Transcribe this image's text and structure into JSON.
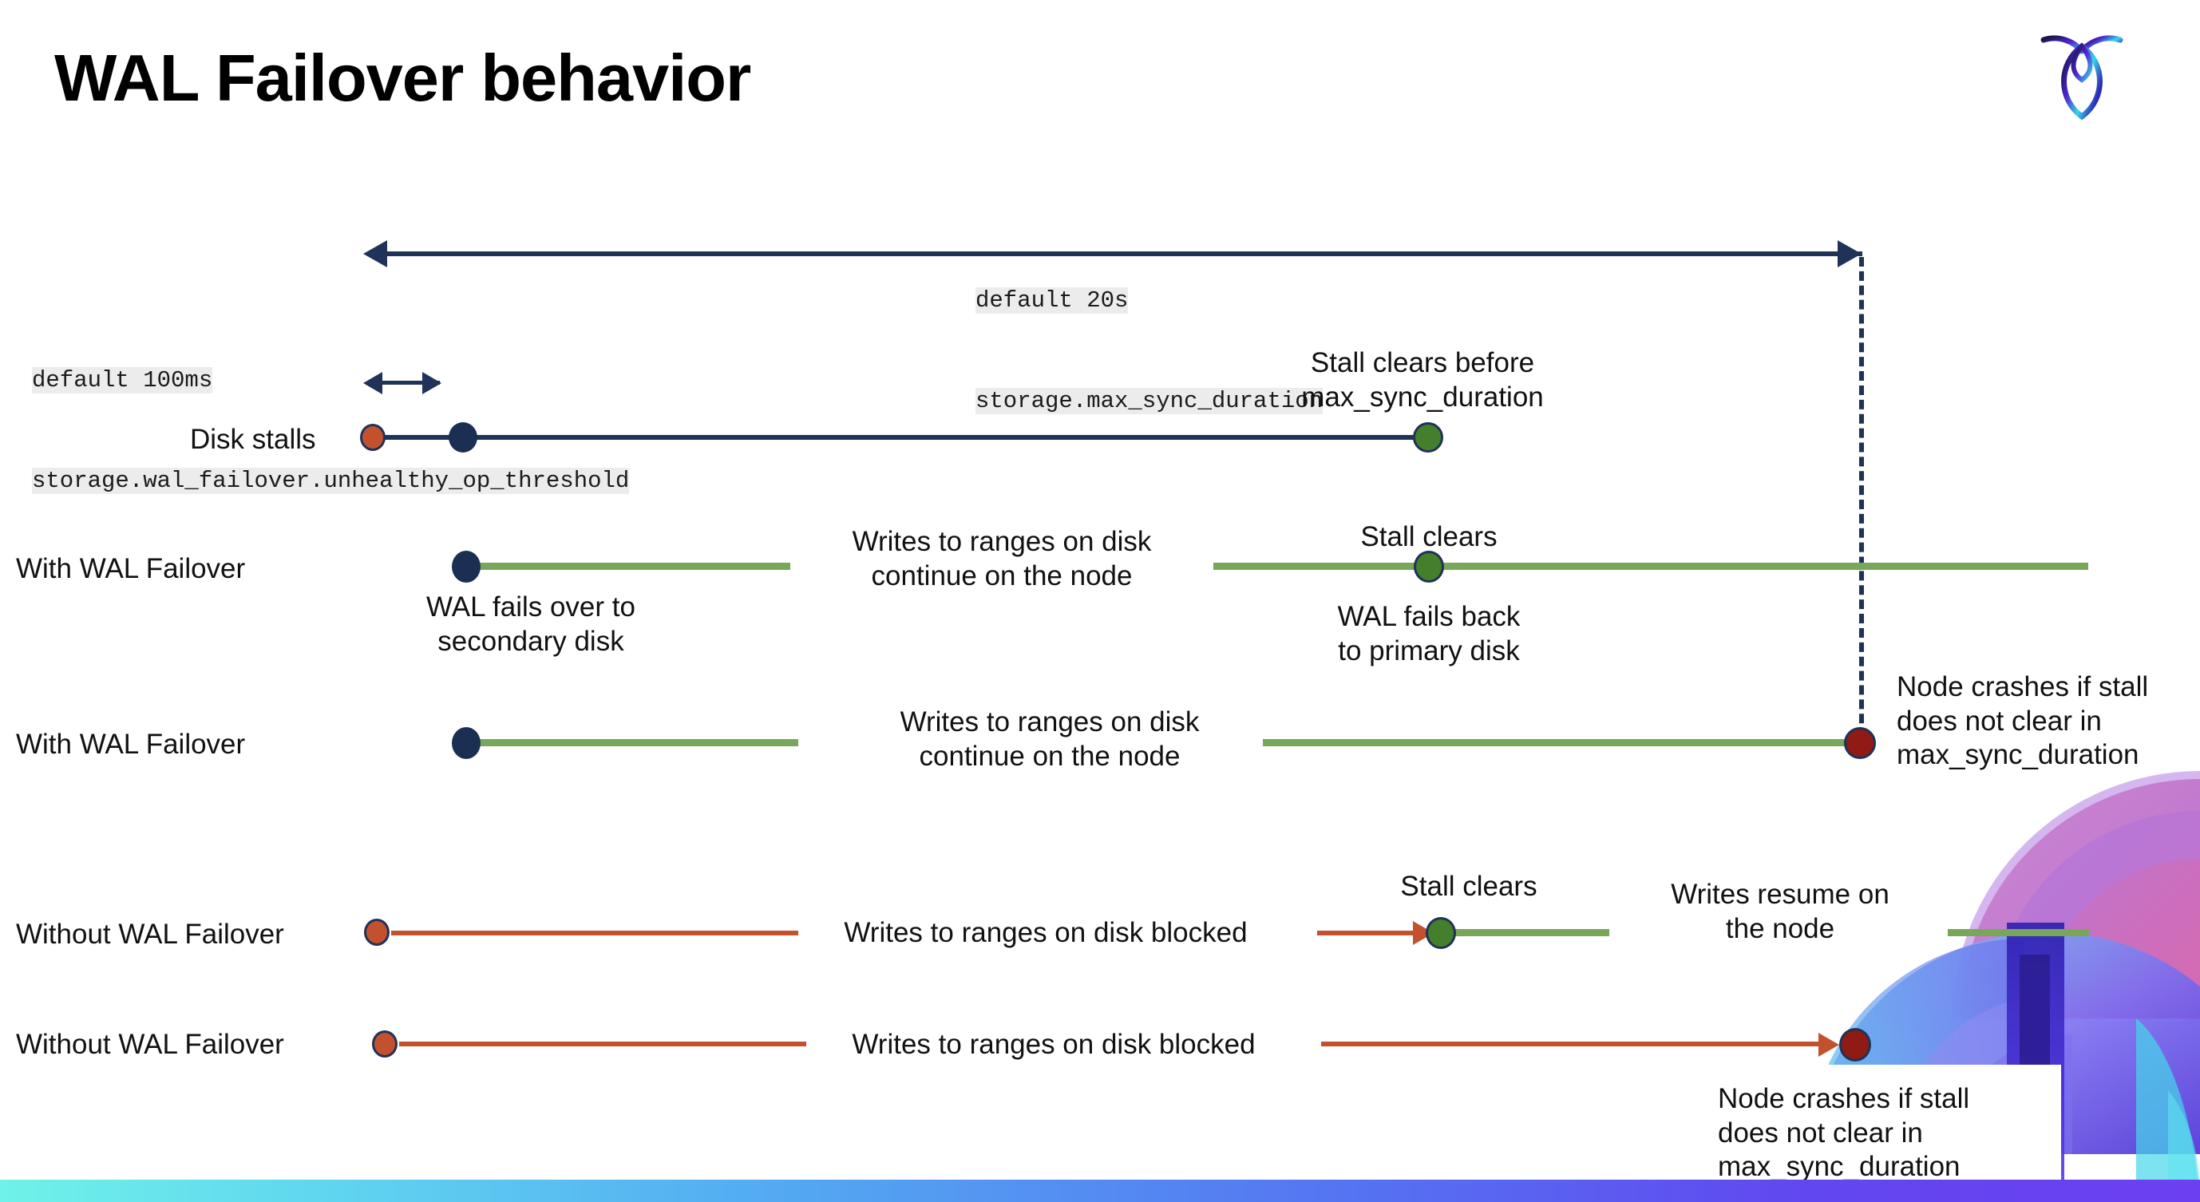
{
  "slide": {
    "title": "WAL Failover behavior",
    "logo_name": "cockroachdb-logo"
  },
  "scale_annotations": {
    "top": {
      "default_label": "default 20s",
      "setting_label": "storage.max_sync_duration"
    },
    "left": {
      "default_label": "default 100ms",
      "setting_label": "storage.wal_failover.unhealthy_op_threshold"
    }
  },
  "rows": [
    {
      "id": "disk-stalls",
      "label": "Disk stalls",
      "annotations": [
        {
          "id": "stall-clears-before",
          "text_line1": "Stall clears before",
          "text_line2": "max_sync_duration"
        }
      ],
      "markers": [
        {
          "id": "stall-start",
          "color_name": "orange"
        },
        {
          "id": "threshold-crossed",
          "color_name": "navy"
        },
        {
          "id": "stall-cleared",
          "color_name": "green"
        }
      ],
      "line_color": "#1f3257"
    },
    {
      "id": "with-wal-failover-clears",
      "label": "With WAL Failover",
      "annotations": [
        {
          "id": "writes-continue",
          "text_line1": "Writes to ranges on disk",
          "text_line2": "continue on the node"
        },
        {
          "id": "stall-clears",
          "text_line1": "Stall clears",
          "text_line2": ""
        },
        {
          "id": "wal-fails-over",
          "text_line1": "WAL fails over to",
          "text_line2": "secondary disk"
        },
        {
          "id": "wal-fails-back",
          "text_line1": "WAL fails  back",
          "text_line2": "to primary disk"
        }
      ],
      "markers": [
        {
          "id": "failover-start",
          "color_name": "navy"
        },
        {
          "id": "stall-cleared",
          "color_name": "green"
        }
      ],
      "line_color": "#78a75a"
    },
    {
      "id": "with-wal-failover-crash",
      "label": "With WAL Failover",
      "annotations": [
        {
          "id": "writes-continue",
          "text_line1": "Writes to ranges on disk",
          "text_line2": "continue on the node"
        },
        {
          "id": "node-crashes",
          "text_line1": "Node crashes if stall",
          "text_line2": "does not clear in",
          "text_line3": "max_sync_duration"
        }
      ],
      "markers": [
        {
          "id": "failover-start",
          "color_name": "navy"
        },
        {
          "id": "node-crash",
          "color_name": "darkred"
        }
      ],
      "line_color": "#78a75a"
    },
    {
      "id": "without-wal-failover-clears",
      "label": "Without WAL Failover",
      "annotations": [
        {
          "id": "writes-blocked",
          "text_line1": "Writes to ranges on disk  blocked",
          "text_line2": ""
        },
        {
          "id": "stall-clears",
          "text_line1": "Stall clears",
          "text_line2": ""
        },
        {
          "id": "writes-resume",
          "text_line1": "Writes resume on",
          "text_line2": "the node"
        }
      ],
      "markers": [
        {
          "id": "stall-start",
          "color_name": "orange"
        },
        {
          "id": "stall-cleared",
          "color_name": "green"
        }
      ],
      "line_color": "#c4512e"
    },
    {
      "id": "without-wal-failover-crash",
      "label": "Without WAL Failover",
      "annotations": [
        {
          "id": "writes-blocked",
          "text_line1": "Writes to ranges on disk  blocked",
          "text_line2": ""
        },
        {
          "id": "node-crashes",
          "text_line1": "Node crashes if stall",
          "text_line2": "does not clear in",
          "text_line3": "max_sync_duration"
        }
      ],
      "markers": [
        {
          "id": "stall-start",
          "color_name": "orange"
        },
        {
          "id": "node-crash",
          "color_name": "darkred"
        }
      ],
      "line_color": "#c4512e"
    }
  ],
  "colors": {
    "navy": "#1f3257",
    "green_line": "#78a75a",
    "green_dot": "#447f2b",
    "red_line": "#c4512e",
    "orange_dot": "#c4512e",
    "dark_red_dot": "#8e1b14",
    "code_bg": "#ececec",
    "bar_gradient_start": "#6ff2e8",
    "bar_gradient_end": "#6c3ff0"
  }
}
